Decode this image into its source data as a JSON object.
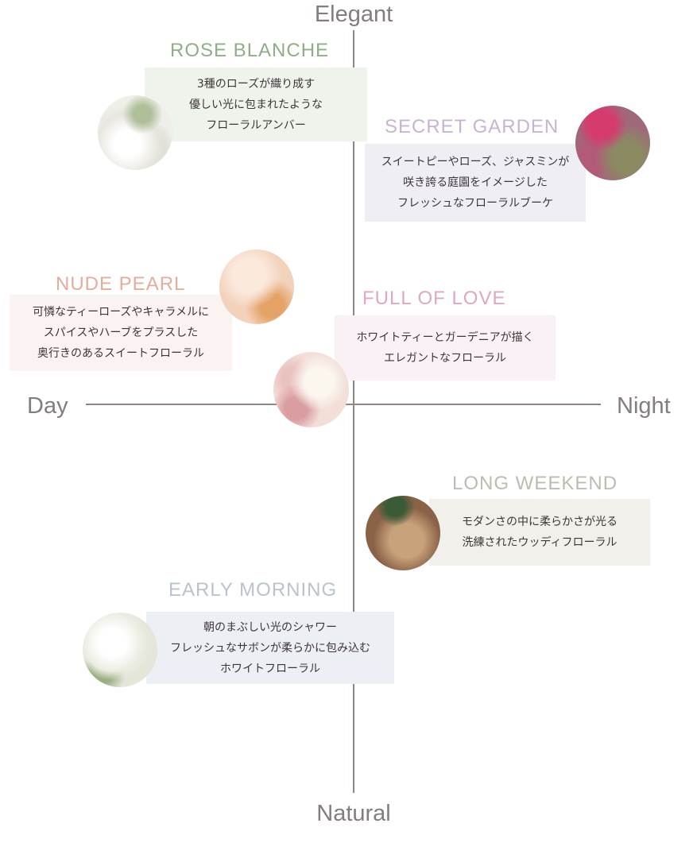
{
  "axes": {
    "top": "Elegant",
    "bottom": "Natural",
    "left": "Day",
    "right": "Night"
  },
  "items": {
    "rose_blanche": {
      "title": "ROSE BLANCHE",
      "lines": [
        "3種のローズが織り成す",
        "優しい光に包まれたような",
        "フローラルアンバー"
      ],
      "title_color": "#8fae88",
      "box_color": "#eef3ec"
    },
    "secret_garden": {
      "title": "SECRET GARDEN",
      "lines": [
        "スイートピーやローズ、ジャスミンが",
        "咲き誇る庭園をイメージした",
        "フレッシュなフローラルブーケ"
      ],
      "title_color": "#c8b3d4",
      "box_color": "#f0eef5"
    },
    "nude_pearl": {
      "title": "NUDE PEARL",
      "lines": [
        "可憐なティーローズやキャラメルに",
        "スパイスやハーブをプラスした",
        "奥行きのあるスイートフローラル"
      ],
      "title_color": "#e2ad9e",
      "box_color": "#fbf3f1"
    },
    "full_of_love": {
      "title": "FULL OF LOVE",
      "lines": [
        "ホワイトティーとガーデニアが描く",
        "エレガントなフローラル"
      ],
      "title_color": "#dca8c6",
      "box_color": "#f9f1f6"
    },
    "long_weekend": {
      "title": "LONG WEEKEND",
      "lines": [
        "モダンさの中に柔らかさが光る",
        "洗練されたウッディフローラル"
      ],
      "title_color": "#bcbcb2",
      "box_color": "#f2f0ea"
    },
    "early_morning": {
      "title": "EARLY MORNING",
      "lines": [
        "朝のまぶしい光のシャワー",
        "フレッシュなサボンが柔らかに包み込む",
        "ホワイトフローラル"
      ],
      "title_color": "#b9c3ce",
      "box_color": "#eceff3"
    }
  }
}
